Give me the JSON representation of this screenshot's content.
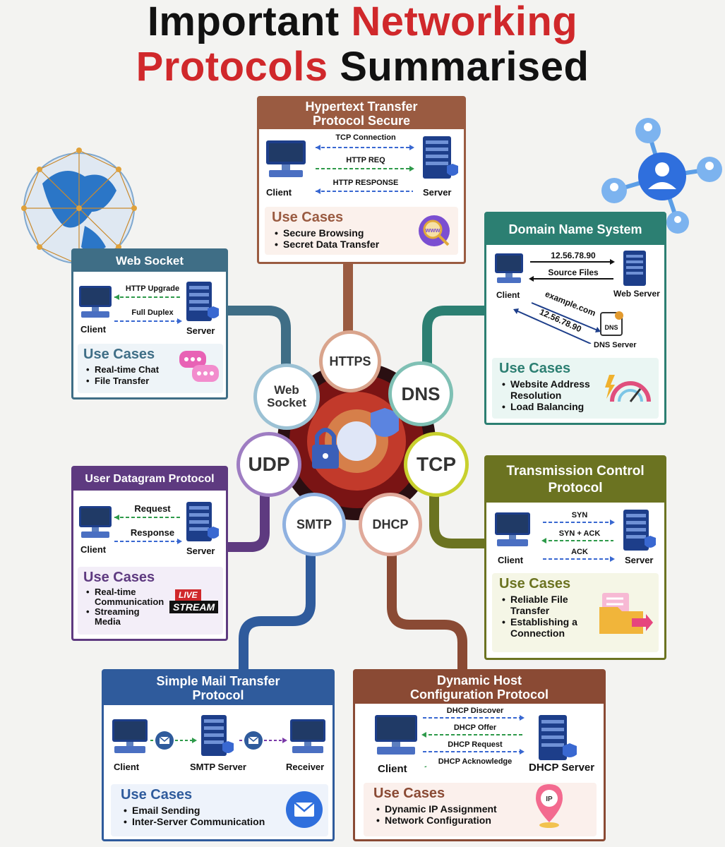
{
  "title": {
    "line1_a": "Important",
    "line1_b": "Networking",
    "line2_a": "Protocols",
    "line2_b": "Summarised"
  },
  "hub": {
    "https": "HTTPS",
    "websocket": "Web Socket",
    "dns": "DNS",
    "udp": "UDP",
    "tcp": "TCP",
    "smtp": "SMTP",
    "dhcp": "DHCP"
  },
  "https": {
    "title": "Hypertext Transfer Protocol Secure",
    "client": "Client",
    "server": "Server",
    "arrows": [
      "TCP Connection",
      "HTTP REQ",
      "HTTP RESPONSE"
    ],
    "use_cases_title": "Use Cases",
    "use_cases": [
      "Secure Browsing",
      "Secret Data Transfer"
    ],
    "www": "www"
  },
  "websocket": {
    "title": "Web Socket",
    "client": "Client",
    "server": "Server",
    "arrows": [
      "HTTP Upgrade",
      "Full Duplex"
    ],
    "use_cases_title": "Use Cases",
    "use_cases": [
      "Real-time Chat",
      "File Transfer"
    ]
  },
  "dns": {
    "title": "Domain Name System",
    "client": "Client",
    "web_server": "Web Server",
    "dns_server": "DNS Server",
    "arrows": [
      "12.56.78.90",
      "Source Files",
      "example.com",
      "12.56.78.90"
    ],
    "dns_badge": "DNS",
    "use_cases_title": "Use Cases",
    "use_cases": [
      "Website Address Resolution",
      "Load Balancing"
    ]
  },
  "udp": {
    "title": "User Datagram Protocol",
    "client": "Client",
    "server": "Server",
    "arrows": [
      "Request",
      "Response"
    ],
    "use_cases_title": "Use Cases",
    "use_cases": [
      "Real-time Communication",
      "Streaming Media"
    ],
    "live": "LIVE",
    "stream": "STREAM"
  },
  "tcp": {
    "title": "Transmission Control Protocol",
    "client": "Client",
    "server": "Server",
    "arrows": [
      "SYN",
      "SYN + ACK",
      "ACK"
    ],
    "use_cases_title": "Use Cases",
    "use_cases": [
      "Reliable File Transfer",
      "Establishing a Connection"
    ]
  },
  "smtp": {
    "title": "Simple Mail Transfer Protocol",
    "client": "Client",
    "server": "SMTP Server",
    "receiver": "Receiver",
    "use_cases_title": "Use Cases",
    "use_cases": [
      "Email Sending",
      "Inter-Server Communication"
    ]
  },
  "dhcp": {
    "title": "Dynamic Host Configuration Protocol",
    "client": "Client",
    "server": "DHCP Server",
    "arrows": [
      "DHCP Discover",
      "DHCP Offer",
      "DHCP Request",
      "DHCP Acknowledge"
    ],
    "use_cases_title": "Use Cases",
    "use_cases": [
      "Dynamic IP Assignment",
      "Network Configuration"
    ],
    "ip": "IP"
  },
  "colors": {
    "https": "#9a5b41",
    "websocket": "#3f6e86",
    "dns": "#2c7f72",
    "udp": "#5e3a80",
    "tcp": "#6b7321",
    "smtp": "#2f5b9c",
    "dhcp": "#8a4a34",
    "red": "#d0282b"
  }
}
